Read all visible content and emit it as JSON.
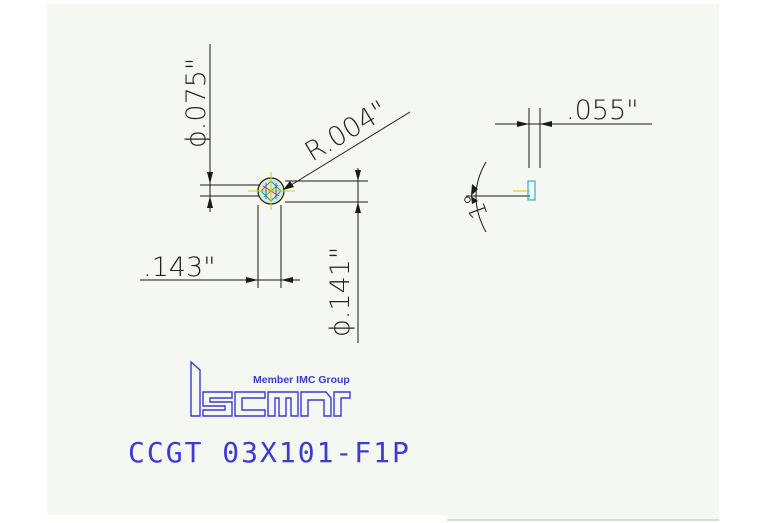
{
  "drawing": {
    "dimensions": {
      "inner_diameter": "ϕ.075\"",
      "corner_radius": "R.004\"",
      "offset": ".143\"",
      "outer_diameter": "ϕ.141\"",
      "width": ".055\"",
      "relief_angle": "1°"
    },
    "logo": {
      "tagline": "Member IMC Group",
      "brand": "iscar"
    },
    "part_number": "CCGT 03X101-F1P"
  },
  "colors": {
    "background": "#ffffff",
    "paper": "#f4f7f2",
    "line": "#1a1a1a",
    "brand_blue": "#3a3ad6",
    "cyan": "#00a6c8",
    "yellow": "#e6c800",
    "red": "#d03030",
    "green": "#2a9a2a"
  }
}
